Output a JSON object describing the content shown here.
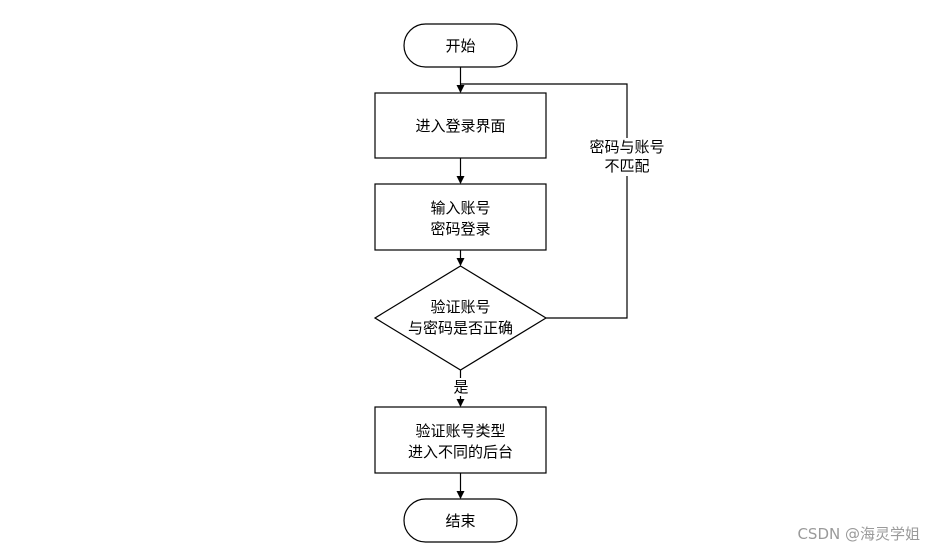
{
  "diagram": {
    "nodes": {
      "start": {
        "label": "开始"
      },
      "login_page": {
        "label": "进入登录界面"
      },
      "input": {
        "line1": "输入账号",
        "line2": "密码登录"
      },
      "verify": {
        "line1": "验证账号",
        "line2": "与密码是否正确"
      },
      "type_check": {
        "line1": "验证账号类型",
        "line2": "进入不同的后台"
      },
      "end": {
        "label": "结束"
      }
    },
    "edges": {
      "yes_label": "是",
      "mismatch_line1": "密码与账号",
      "mismatch_line2": "不匹配"
    }
  },
  "watermark": "CSDN @海灵学姐"
}
